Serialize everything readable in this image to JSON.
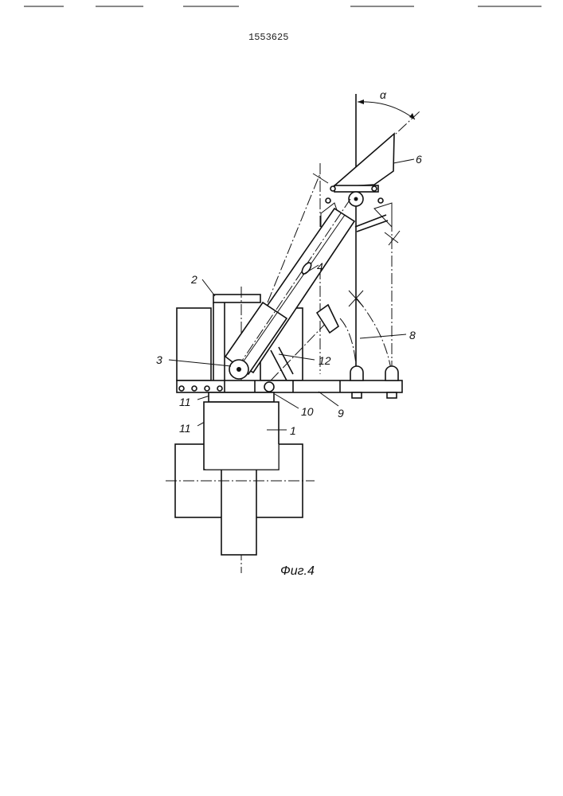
{
  "patent_number": "1553625",
  "figure_caption": "Фиг.4",
  "angle_label": "α",
  "labels": {
    "hopper": "6",
    "frame": "2",
    "boom": "4",
    "pivot": "3",
    "cylinder": "12",
    "rod": "8",
    "bracket_upper": "11",
    "hinge": "10",
    "beam": "9",
    "bracket_lower": "11",
    "vehicle": "1"
  }
}
